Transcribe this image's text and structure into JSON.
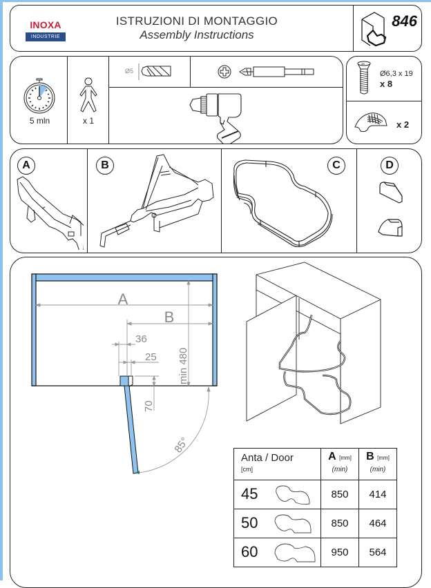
{
  "header": {
    "logo_brand": "INOXA",
    "logo_sub": "INDUSTRIE",
    "title": "ISTRUZIONI DI MONTAGGIO",
    "subtitle": "Assembly Instructions",
    "model_number": "846",
    "model_icon": "corner-cabinet-icon"
  },
  "tools": {
    "time": {
      "icon": "stopwatch-icon",
      "label": "5 mln"
    },
    "persons": {
      "icon": "person-icon",
      "label": "x 1"
    },
    "drill_bit": {
      "icon": "drill-bit-icon",
      "diameter_label": "Ø5"
    },
    "screwdriver_bit": {
      "icon": "phillips-bit-icon"
    },
    "power_drill": {
      "icon": "power-drill-icon"
    }
  },
  "hardware": [
    {
      "icon": "screw-icon",
      "spec": "Ø6,3 x 19",
      "qty": "x 8"
    },
    {
      "icon": "stop-block-icon",
      "spec": "",
      "qty": "x 2"
    }
  ],
  "parts": [
    {
      "letter": "A",
      "icon": "mounting-rail-icon"
    },
    {
      "letter": "B",
      "icon": "swing-arm-frame-icon"
    },
    {
      "letter": "C",
      "icon": "wire-shelf-basket-icon"
    },
    {
      "letter": "D",
      "icon": "end-cap-icon"
    }
  ],
  "diagram": {
    "dim_A": "A",
    "dim_B": "B",
    "dim_36": "36",
    "dim_25": "25",
    "dim_70": "70",
    "dim_min480": "min 480",
    "angle": "85°",
    "accent_color": "#8fc3ef"
  },
  "table": {
    "col_door": "Anta / Door",
    "col_door_unit": "[cm]",
    "col_a": "A",
    "col_b": "B",
    "unit_mm": "[mm]",
    "min_label": "(min)",
    "rows": [
      {
        "door": "45",
        "a": "850",
        "b": "414"
      },
      {
        "door": "50",
        "a": "850",
        "b": "464"
      },
      {
        "door": "60",
        "a": "950",
        "b": "564"
      }
    ]
  }
}
